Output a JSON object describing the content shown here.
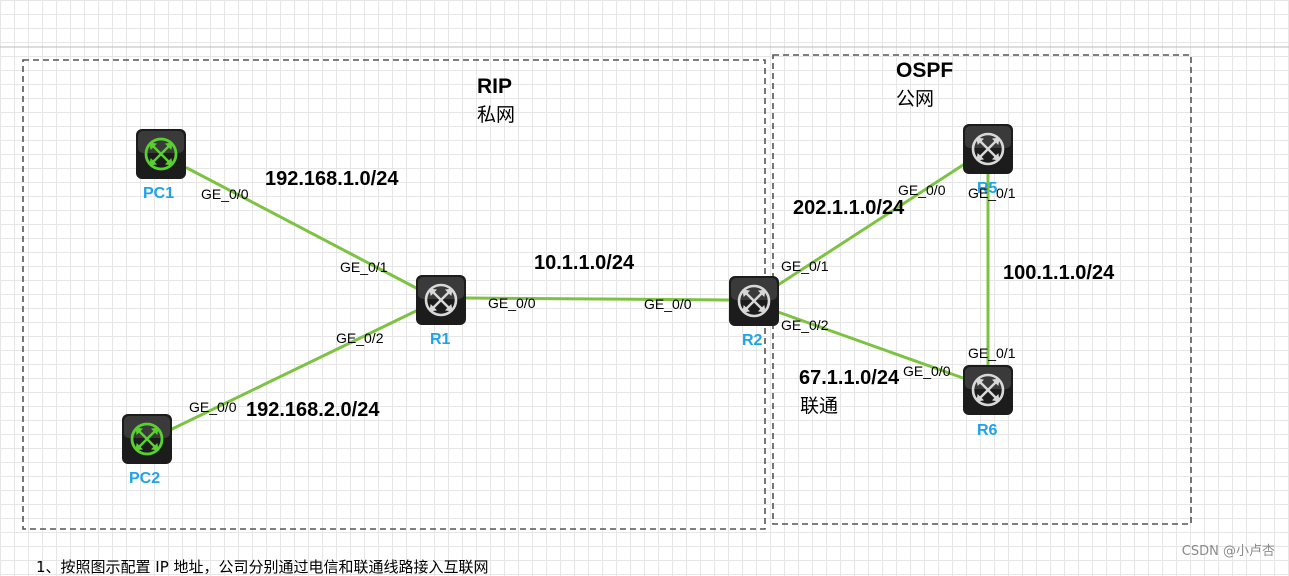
{
  "zones": {
    "rip": {
      "title": "RIP",
      "subtitle": "私网"
    },
    "ospf": {
      "title": "OSPF",
      "subtitle": "公网"
    }
  },
  "devices": {
    "pc1": {
      "label": "PC1"
    },
    "pc2": {
      "label": "PC2"
    },
    "r1": {
      "label": "R1"
    },
    "r2": {
      "label": "R2"
    },
    "r5": {
      "label": "R5"
    },
    "r6": {
      "label": "R6"
    }
  },
  "networks": {
    "pc1_r1": "192.168.1.0/24",
    "pc2_r1": "192.168.2.0/24",
    "r1_r2": "10.1.1.0/24",
    "r2_r5": "202.1.1.0/24",
    "r5_r6": "100.1.1.0/24",
    "r2_r6": "67.1.1.0/24"
  },
  "ports": {
    "pc1_ge0_0": "GE_0/0",
    "r1_ge0_1": "GE_0/1",
    "r1_ge0_2": "GE_0/2",
    "pc2_ge0_0": "GE_0/0",
    "r1_ge0_0": "GE_0/0",
    "r2_ge0_0": "GE_0/0",
    "r2_ge0_1": "GE_0/1",
    "r2_ge0_2": "GE_0/2",
    "r5_ge0_0": "GE_0/0",
    "r5_ge0_1": "GE_0/1",
    "r6_ge0_1": "GE_0/1",
    "r6_ge0_0": "GE_0/0"
  },
  "annotations": {
    "unicom": "联通"
  },
  "footer": {
    "text": "1、按照图示配置 IP 地址，公司分别通过电信和联通线路接入互联网"
  },
  "watermark": {
    "text": "CSDN @小卢杏"
  },
  "colors": {
    "link": "#7dc242",
    "label": "#1fa3e8",
    "zone_border": "#555555",
    "router_body": "#1c1c1c",
    "pc_icon": "#58d12e"
  },
  "icons": {
    "router": "router-icon",
    "pc": "pc-icon"
  }
}
